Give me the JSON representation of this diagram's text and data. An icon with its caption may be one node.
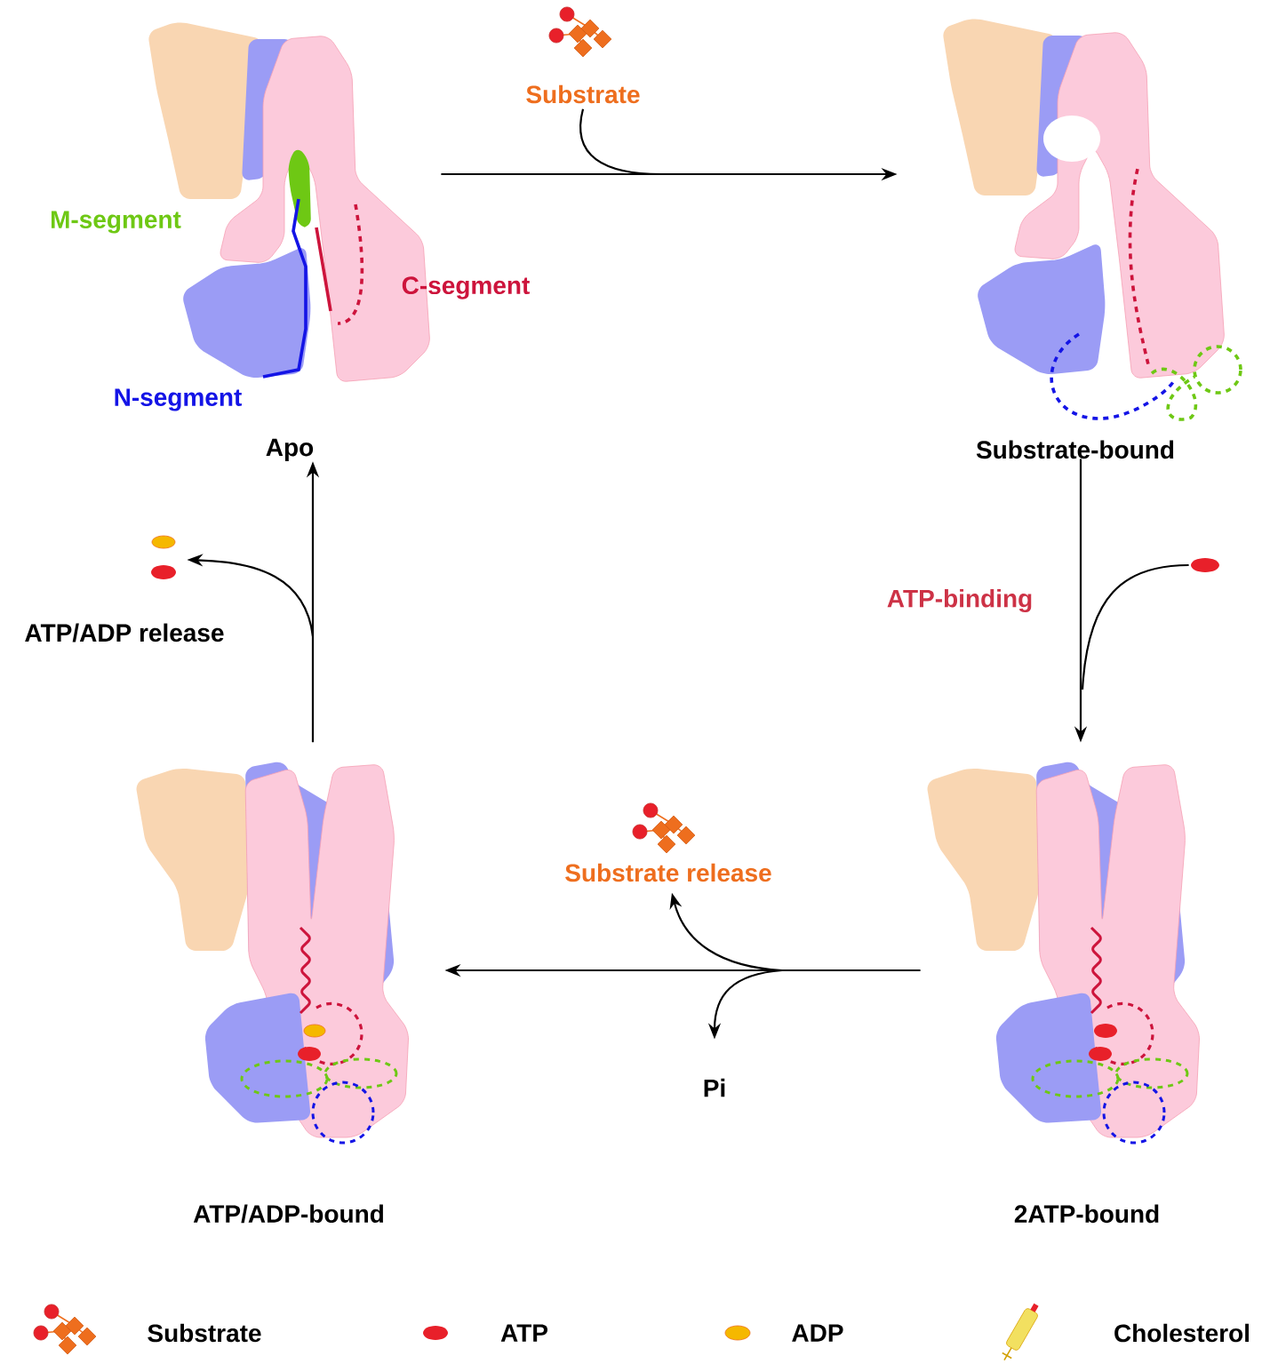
{
  "diagram": {
    "nodes": [
      {
        "text": [
          "Apo"
        ]
      },
      {
        "text": [
          "Substrate"
        ]
      },
      {
        "text": [
          "Substrate-bound"
        ]
      },
      {
        "text": [],
        "shape": "picture"
      },
      {
        "text": [],
        "shape": "ellipse"
      },
      {
        "text": [
          "ATP/ADP-bound"
        ]
      },
      {
        "text": [
          "Substrate release"
        ]
      },
      {
        "text": [
          "2ATP-bound"
        ]
      },
      {
        "text": [
          "Pi"
        ]
      }
    ],
    "edges": [
      {
        "from": 0,
        "to": 2,
        "arrow": "to"
      },
      {
        "from": 1,
        "to": null,
        "arrow": "none"
      },
      {
        "from": 2,
        "to": 7,
        "arrow": "to",
        "label": "ATP-binding"
      },
      {
        "from": 4,
        "to": null,
        "arrow": "none"
      },
      {
        "from": 7,
        "to": 5,
        "arrow": "to"
      },
      {
        "from": null,
        "to": 6,
        "arrow": "to"
      },
      {
        "from": null,
        "to": 8,
        "arrow": "to"
      },
      {
        "from": 5,
        "to": 0,
        "arrow": "to",
        "label": "ATP/ADP release"
      },
      {
        "from": null,
        "to": 3,
        "arrow": "to"
      }
    ],
    "labels": [
      "M-segment",
      "C-segment",
      "N-segment"
    ],
    "legend": [
      {
        "text": "Substrate"
      },
      {
        "text": "ATP",
        "color": "#e8202a"
      },
      {
        "text": "ADP",
        "color": "#f5b800"
      },
      {
        "text": "Cholesterol"
      }
    ]
  }
}
